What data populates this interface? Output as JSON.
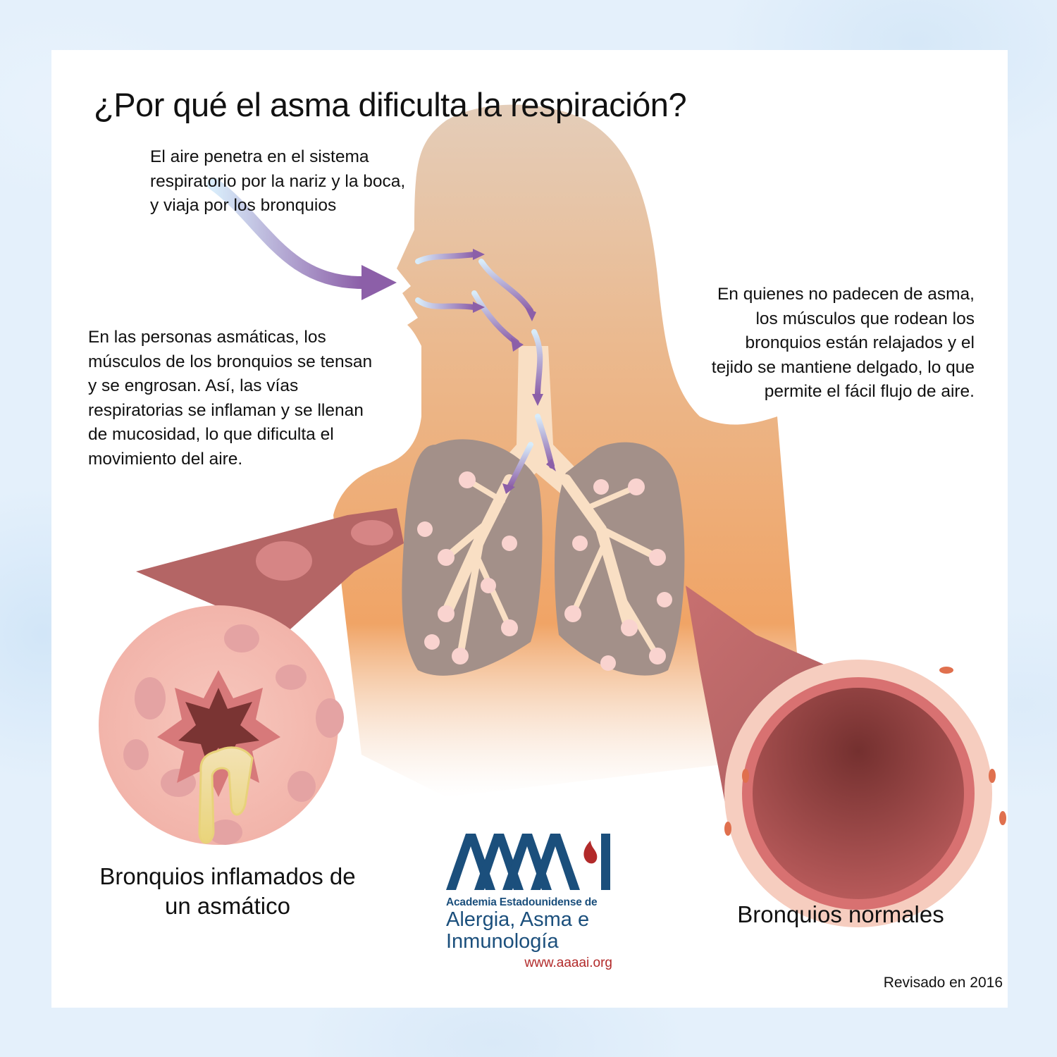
{
  "title": "¿Por qué el asma dificulta la respiración?",
  "intro_text": "El aire penetra en el sistema respiratorio por la nariz  y la boca, y viaja por los bronquios",
  "asthmatic_text": "En las personas asmáticas, los músculos de los bronquios se tensan y se engrosan. Así, las vías respiratorias se inflaman y se llenan de mucosidad, lo que dificulta el movimiento del aire.",
  "normal_text": "En quienes no padecen de asma, los músculos que rodean los bronquios están relajados y el tejido se mantiene delgado, lo que permite el fácil flujo de aire.",
  "captions": {
    "left": "Bronquios inflamados de un asmático",
    "right": "Bronquios normales"
  },
  "logo": {
    "mark": "AAAAI",
    "line1": "Academia Estadounidense de",
    "line2": "Alergia, Asma e",
    "line3": "Inmunología",
    "url": "www.aaaai.org",
    "colors": {
      "navy": "#1b4f7c",
      "red": "#b22a2a"
    }
  },
  "revised": "Revisado en 2016",
  "colors": {
    "background": "#e4f0fb",
    "panel": "#ffffff",
    "body_top": "#e3cab5",
    "body_bottom": "#f0a468",
    "lungs": "#a39089",
    "airways": "#f9dfc4",
    "arrow_purple": "#8c5fa8",
    "bronchus_tissue": "#f4b9b0",
    "bronchus_muscle": "#a9585a",
    "lumen": "#7a3433"
  }
}
